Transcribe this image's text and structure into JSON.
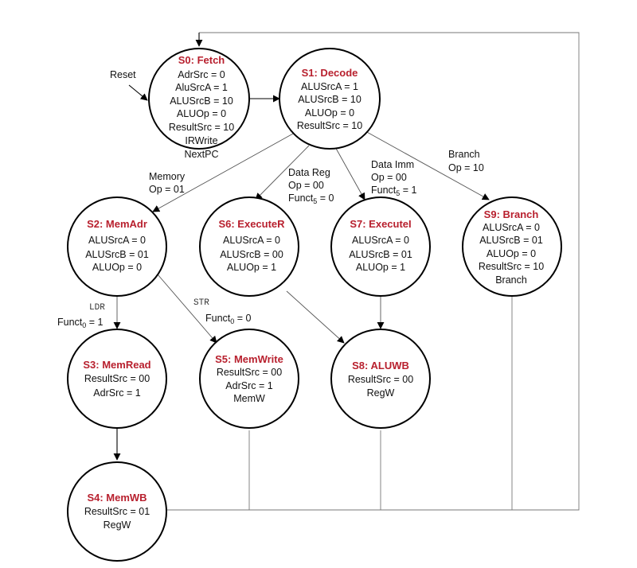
{
  "states": {
    "s0": {
      "title": "S0: Fetch",
      "lines": [
        "AdrSrc = 0",
        "AluSrcA = 1",
        "ALUSrcB = 10",
        "ALUOp = 0",
        "ResultSrc = 10",
        "IRWrite",
        "NextPC"
      ]
    },
    "s1": {
      "title": "S1: Decode",
      "lines": [
        "ALUSrcA = 1",
        "ALUSrcB = 10",
        "ALUOp = 0",
        "ResultSrc = 10"
      ]
    },
    "s2": {
      "title": "S2: MemAdr",
      "lines": [
        "ALUSrcA = 0",
        "ALUSrcB = 01",
        "ALUOp = 0"
      ]
    },
    "s6": {
      "title": "S6: ExecuteR",
      "lines": [
        "ALUSrcA = 0",
        "ALUSrcB = 00",
        "ALUOp = 1"
      ]
    },
    "s7": {
      "title": "S7: ExecuteI",
      "lines": [
        "ALUSrcA = 0",
        "ALUSrcB = 01",
        "ALUOp = 1"
      ]
    },
    "s9": {
      "title": "S9: Branch",
      "lines": [
        "ALUSrcA = 0",
        "ALUSrcB = 01",
        "ALUOp = 0",
        "ResultSrc = 10",
        "Branch"
      ]
    },
    "s3": {
      "title": "S3: MemRead",
      "lines": [
        "ResultSrc = 00",
        "AdrSrc = 1"
      ]
    },
    "s5": {
      "title": "S5: MemWrite",
      "lines": [
        "ResultSrc = 00",
        "AdrSrc = 1",
        "MemW"
      ]
    },
    "s8": {
      "title": "S8: ALUWB",
      "lines": [
        "ResultSrc = 00",
        "RegW"
      ]
    },
    "s4": {
      "title": "S4: MemWB",
      "lines": [
        "ResultSrc = 01",
        "RegW"
      ]
    }
  },
  "transitions": {
    "reset": "Reset",
    "memory": [
      "Memory",
      "Op = 01"
    ],
    "data_reg": [
      "Data Reg",
      "Op = 00",
      "Funct5 = 0"
    ],
    "data_imm": [
      "Data Imm",
      "Op = 00",
      "Funct5 = 1"
    ],
    "branch": [
      "Branch",
      "Op = 10"
    ],
    "ldr_code": "LDR",
    "ldr_cond": "Funct0 = 1",
    "str_code": "STR",
    "str_cond": "Funct0 = 0"
  }
}
